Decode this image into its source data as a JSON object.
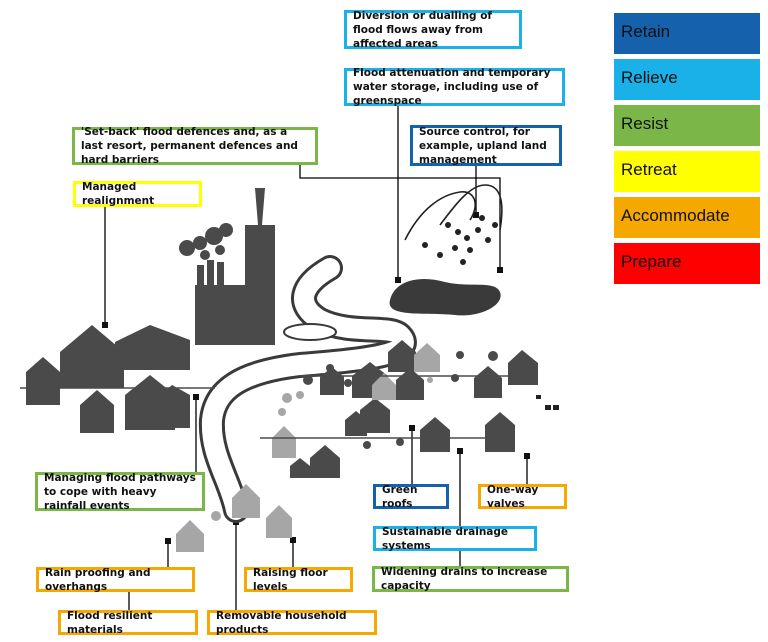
{
  "colors": {
    "retain": "#1561ac",
    "relieve": "#1ab0e8",
    "resist": "#7ab648",
    "retreat": "#ffff00",
    "accommodate": "#f5a800",
    "prepare": "#ff0000",
    "silhouette": "#4a4a4a",
    "silhouette_light": "#a6a6a6"
  },
  "legend": [
    {
      "label": "Retain",
      "color": "#1561ac"
    },
    {
      "label": "Relieve",
      "color": "#1ab0e8"
    },
    {
      "label": "Resist",
      "color": "#7ab648"
    },
    {
      "label": "Retreat",
      "color": "#ffff00"
    },
    {
      "label": "Accommodate",
      "color": "#f5a800"
    },
    {
      "label": "Prepare",
      "color": "#ff0000"
    }
  ],
  "labels": {
    "diversion": "Diversion or dualling of flood flows away from affected areas",
    "attenuation": "Flood attenuation and temporary water storage, including use of greenspace",
    "setback": "'Set-back' flood defences and, as a last resort, permanent defences and hard barriers",
    "source_control": "Source control, for example, upland land management",
    "managed_realignment": "Managed realignment",
    "flood_pathways": "Managing flood pathways to cope with heavy rainfall events",
    "green_roofs": "Green roofs",
    "one_way_valves": "One-way valves",
    "sustainable_drainage": "Sustainable drainage systems",
    "rain_proofing": "Rain proofing and overhangs",
    "raising_floor": "Raising floor levels",
    "widening_drains": "Widening drains to increase capacity",
    "flood_resilient": "Flood resilient materials",
    "removable_products": "Removable household products"
  }
}
